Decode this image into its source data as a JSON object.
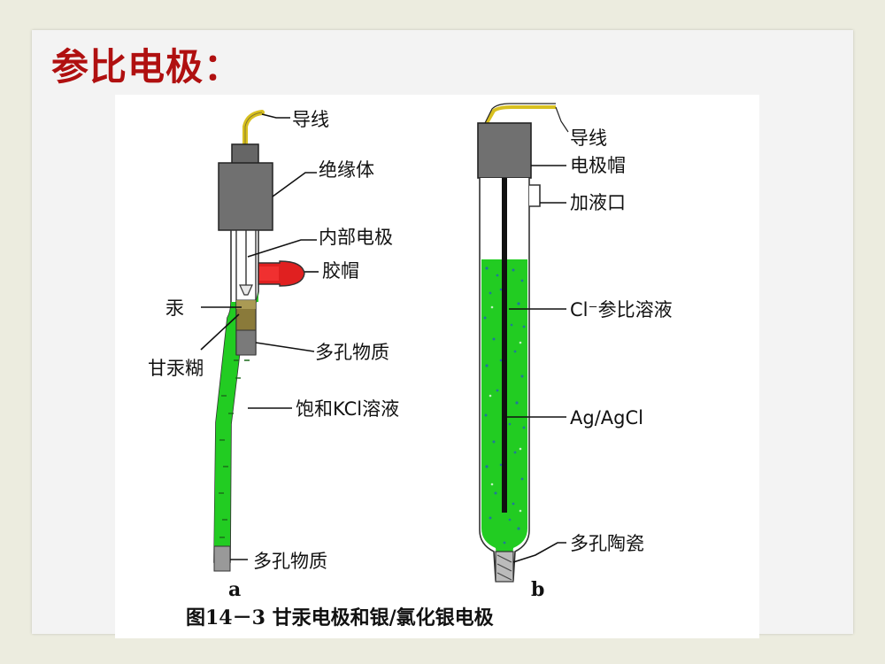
{
  "slide": {
    "title": "参比电极："
  },
  "figure_a": {
    "labels": {
      "wire": "导线",
      "insulator": "绝缘体",
      "inner_electrode": "内部电极",
      "rubber_cap": "胶帽",
      "mercury": "汞",
      "porous_upper": "多孔物质",
      "calomel_paste": "甘汞糊",
      "kcl_solution": "饱和KCl溶液",
      "porous_lower": "多孔物质"
    },
    "sublabel": "a"
  },
  "figure_b": {
    "labels": {
      "wire": "导线",
      "electrode_cap": "电极帽",
      "fill_port": "加液口",
      "cl_solution": "Cl⁻参比溶液",
      "ag_agcl": "Ag/AgCl",
      "porous_ceramic": "多孔陶瓷"
    },
    "sublabel": "b"
  },
  "caption": "图14－3 甘汞电极和银/氯化银电极",
  "colors": {
    "title": "#b01010",
    "solution_green": "#22cc22",
    "paste_brown": "#8a7a3a",
    "cap_gray": "#707070",
    "rubber_red": "#e02020",
    "wire_yellow": "#d8c020"
  }
}
